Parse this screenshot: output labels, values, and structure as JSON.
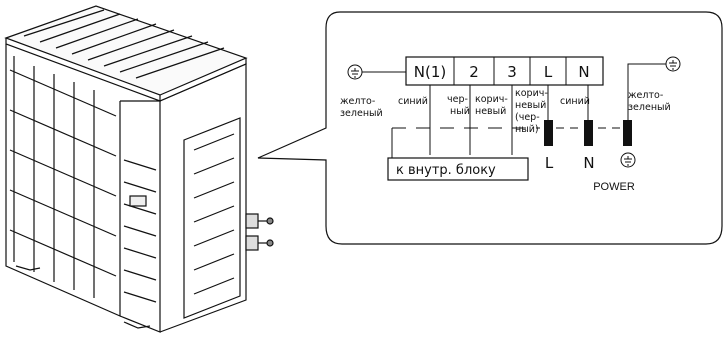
{
  "terminals": [
    "N(1)",
    "2",
    "3",
    "L",
    "N"
  ],
  "wire_labels": {
    "ground": [
      "желто-",
      "зеленый"
    ],
    "blue": "синий",
    "black": [
      "чер-",
      "ный"
    ],
    "brown": [
      "корич-",
      "невый"
    ],
    "brown_black": [
      "корич-",
      "невый",
      "(чер-",
      "ный)"
    ],
    "blue2": "синий",
    "ground2": [
      "желто-",
      "зеленый"
    ]
  },
  "indoor_label": "к внутр. блоку",
  "power": {
    "L": "L",
    "N": "N",
    "label": "POWER"
  }
}
